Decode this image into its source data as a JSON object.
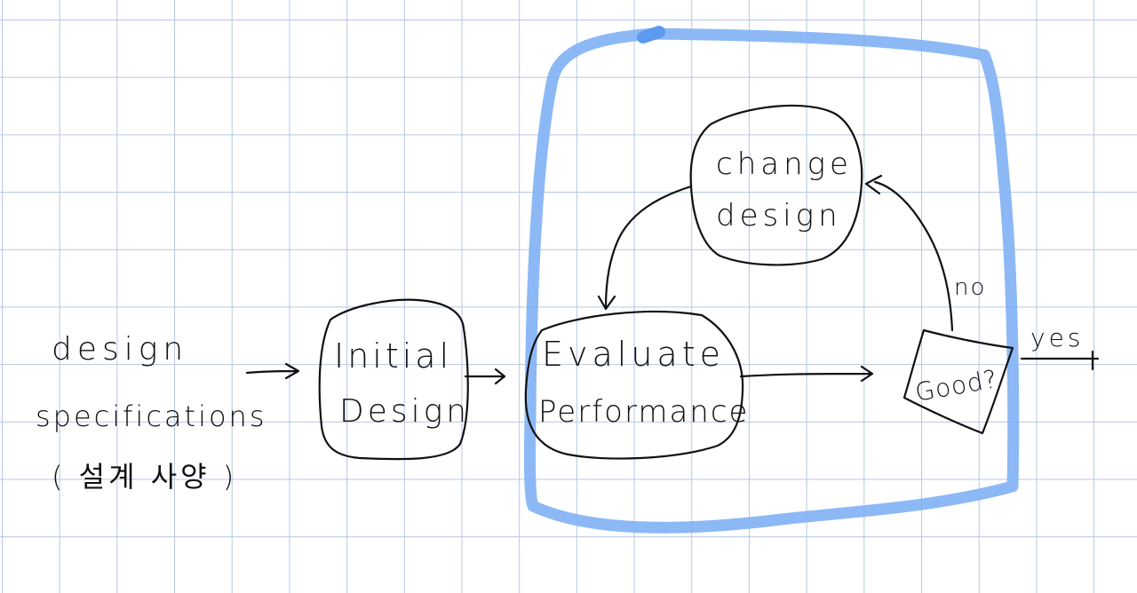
{
  "colors": {
    "ink": "#111111",
    "highlight": "#7fb1f5",
    "grid": "#b7c6e3"
  },
  "labels": {
    "spec_line1": "design",
    "spec_line2": "specifications",
    "spec_line3": "( 설계 사양 )",
    "initial_line1": "Initial",
    "initial_line2": "Design",
    "evaluate_line1": "Evaluate",
    "evaluate_line2": "Performance",
    "change_line1": "change",
    "change_line2": "design",
    "good": "Good?",
    "no": "no",
    "yes": "yes"
  }
}
